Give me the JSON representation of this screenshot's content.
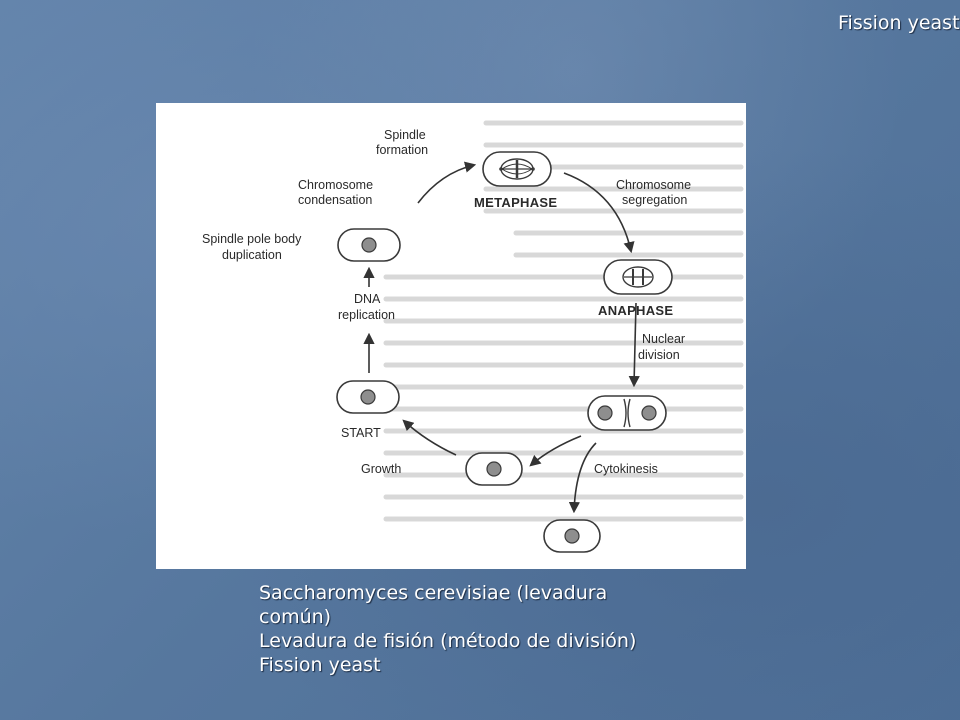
{
  "slide": {
    "corner_title": "Fission yeast",
    "caption_lines": [
      "Saccharomyces cerevisiae (levadura",
      "común)",
      "Levadura de fisión (método de división)",
      "Fission yeast"
    ]
  },
  "diagram": {
    "labels": {
      "spindle_formation_1": "Spindle",
      "spindle_formation_2": "formation",
      "chromosome_condensation_1": "Chromosome",
      "chromosome_condensation_2": "condensation",
      "metaphase": "METAPHASE",
      "chromosome_segregation_1": "Chromosome",
      "chromosome_segregation_2": "segregation",
      "spindle_pole_body_1": "Spindle pole body",
      "spindle_pole_body_2": "duplication",
      "anaphase": "ANAPHASE",
      "dna_replication_1": "DNA",
      "dna_replication_2": "replication",
      "nuclear_division_1": "Nuclear",
      "nuclear_division_2": "division",
      "start": "START",
      "growth": "Growth",
      "cytokinesis": "Cytokinesis"
    },
    "colors": {
      "cell_outline": "#3a3a3a",
      "nucleus_fill": "#8e8e8e",
      "arrow": "#333333"
    }
  }
}
